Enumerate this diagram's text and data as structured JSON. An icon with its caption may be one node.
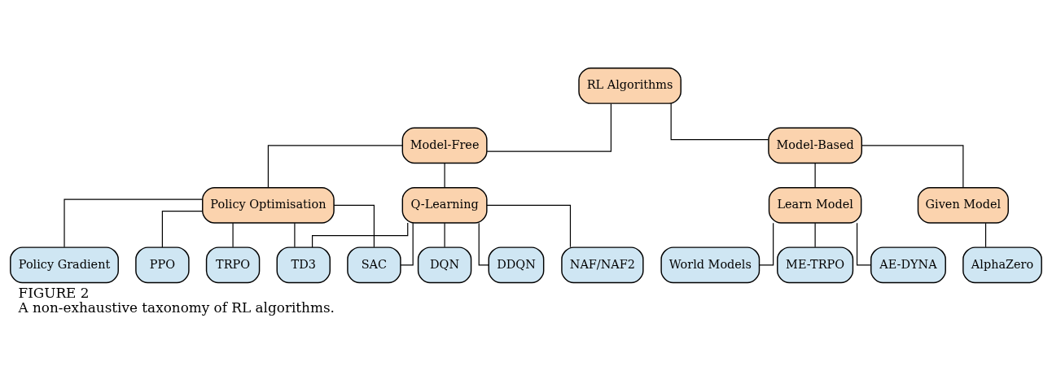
{
  "diagram": {
    "title": "FIGURE 2",
    "caption": "A non-exhaustive taxonomy of RL algorithms.",
    "nodes": [
      {
        "text": [
          "RL Algorithms"
        ]
      },
      {
        "text": [
          "Model-Free"
        ]
      },
      {
        "text": [
          "Model-Based"
        ]
      },
      {
        "text": [
          "Policy Optimisation"
        ]
      },
      {
        "text": [
          "Q-Learning"
        ]
      },
      {
        "text": [
          "Learn Model"
        ]
      },
      {
        "text": [
          "Given Model"
        ]
      },
      {
        "text": [
          "Policy Gradient"
        ]
      },
      {
        "text": [
          "PPO"
        ]
      },
      {
        "text": [
          "TRPO"
        ]
      },
      {
        "text": [
          "TD3"
        ]
      },
      {
        "text": [
          "SAC"
        ]
      },
      {
        "text": [
          "DQN"
        ]
      },
      {
        "text": [
          "DDQN"
        ]
      },
      {
        "text": [
          "NAF/NAF2"
        ]
      },
      {
        "text": [
          "World Models"
        ]
      },
      {
        "text": [
          "ME-TRPO"
        ]
      },
      {
        "text": [
          "AE-DYNA"
        ]
      },
      {
        "text": [
          "AlphaZero"
        ]
      }
    ],
    "edges": [
      {
        "from": 0,
        "to": 1,
        "arrow": "none"
      },
      {
        "from": 0,
        "to": 2,
        "arrow": "none"
      },
      {
        "from": 1,
        "to": 3,
        "arrow": "none"
      },
      {
        "from": 1,
        "to": 4,
        "arrow": "none"
      },
      {
        "from": 2,
        "to": 5,
        "arrow": "none"
      },
      {
        "from": 2,
        "to": 6,
        "arrow": "none"
      },
      {
        "from": 3,
        "to": 7,
        "arrow": "none"
      },
      {
        "from": 3,
        "to": 8,
        "arrow": "none"
      },
      {
        "from": 3,
        "to": 9,
        "arrow": "none"
      },
      {
        "from": 3,
        "to": 10,
        "arrow": "none"
      },
      {
        "from": 3,
        "to": 11,
        "arrow": "none"
      },
      {
        "from": 4,
        "to": 10,
        "arrow": "none"
      },
      {
        "from": 4,
        "to": 11,
        "arrow": "none"
      },
      {
        "from": 4,
        "to": 12,
        "arrow": "none"
      },
      {
        "from": 4,
        "to": 13,
        "arrow": "none"
      },
      {
        "from": 4,
        "to": 14,
        "arrow": "none"
      },
      {
        "from": 5,
        "to": 15,
        "arrow": "none"
      },
      {
        "from": 5,
        "to": 16,
        "arrow": "none"
      },
      {
        "from": 5,
        "to": 17,
        "arrow": "none"
      },
      {
        "from": 6,
        "to": 18,
        "arrow": "none"
      }
    ]
  }
}
